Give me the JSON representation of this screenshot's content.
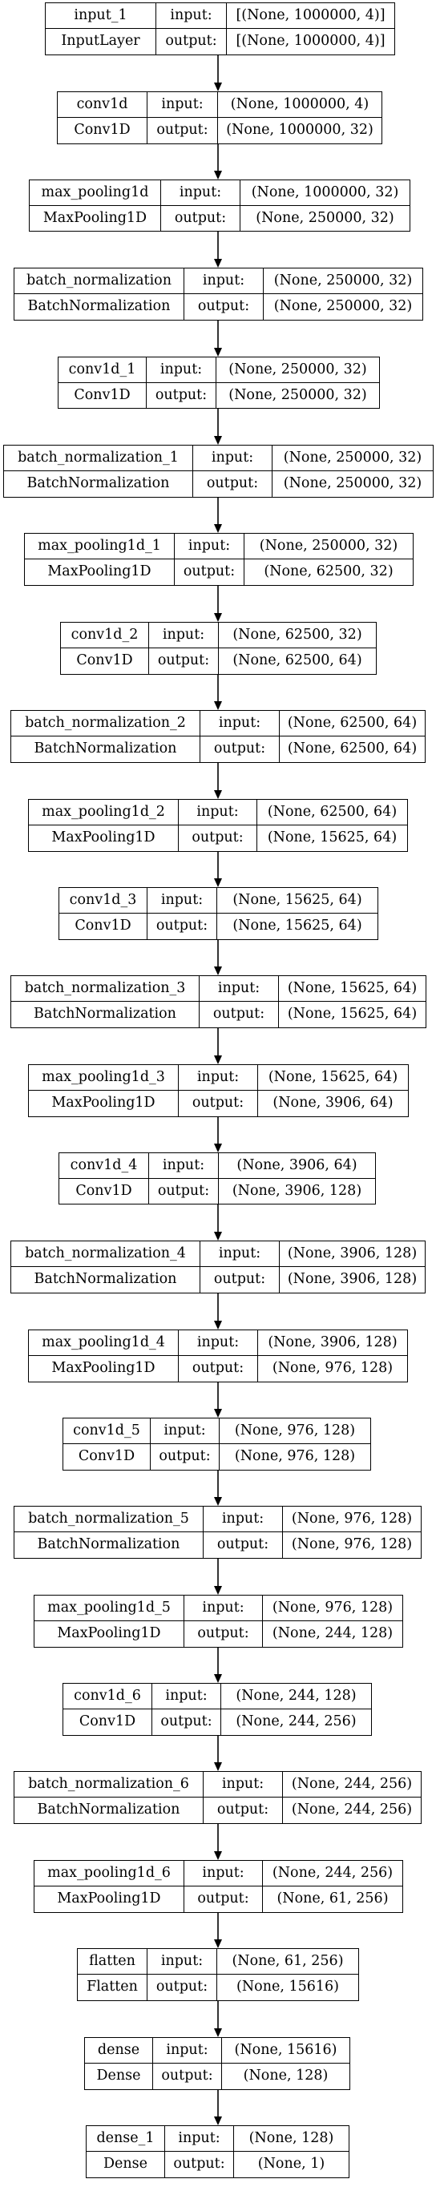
{
  "diagram": {
    "nodes": [
      {
        "name": "input_1",
        "type": "InputLayer",
        "input_label": "input:",
        "output_label": "output:",
        "input_shape": "[(None, 1000000, 4)]",
        "output_shape": "[(None, 1000000, 4)]"
      },
      {
        "name": "conv1d",
        "type": "Conv1D",
        "input_label": "input:",
        "output_label": "output:",
        "input_shape": "(None, 1000000, 4)",
        "output_shape": "(None, 1000000, 32)"
      },
      {
        "name": "max_pooling1d",
        "type": "MaxPooling1D",
        "input_label": "input:",
        "output_label": "output:",
        "input_shape": "(None, 1000000, 32)",
        "output_shape": "(None, 250000, 32)"
      },
      {
        "name": "batch_normalization",
        "type": "BatchNormalization",
        "input_label": "input:",
        "output_label": "output:",
        "input_shape": "(None, 250000, 32)",
        "output_shape": "(None, 250000, 32)"
      },
      {
        "name": "conv1d_1",
        "type": "Conv1D",
        "input_label": "input:",
        "output_label": "output:",
        "input_shape": "(None, 250000, 32)",
        "output_shape": "(None, 250000, 32)"
      },
      {
        "name": "batch_normalization_1",
        "type": "BatchNormalization",
        "input_label": "input:",
        "output_label": "output:",
        "input_shape": "(None, 250000, 32)",
        "output_shape": "(None, 250000, 32)"
      },
      {
        "name": "max_pooling1d_1",
        "type": "MaxPooling1D",
        "input_label": "input:",
        "output_label": "output:",
        "input_shape": "(None, 250000, 32)",
        "output_shape": "(None, 62500, 32)"
      },
      {
        "name": "conv1d_2",
        "type": "Conv1D",
        "input_label": "input:",
        "output_label": "output:",
        "input_shape": "(None, 62500, 32)",
        "output_shape": "(None, 62500, 64)"
      },
      {
        "name": "batch_normalization_2",
        "type": "BatchNormalization",
        "input_label": "input:",
        "output_label": "output:",
        "input_shape": "(None, 62500, 64)",
        "output_shape": "(None, 62500, 64)"
      },
      {
        "name": "max_pooling1d_2",
        "type": "MaxPooling1D",
        "input_label": "input:",
        "output_label": "output:",
        "input_shape": "(None, 62500, 64)",
        "output_shape": "(None, 15625, 64)"
      },
      {
        "name": "conv1d_3",
        "type": "Conv1D",
        "input_label": "input:",
        "output_label": "output:",
        "input_shape": "(None, 15625, 64)",
        "output_shape": "(None, 15625, 64)"
      },
      {
        "name": "batch_normalization_3",
        "type": "BatchNormalization",
        "input_label": "input:",
        "output_label": "output:",
        "input_shape": "(None, 15625, 64)",
        "output_shape": "(None, 15625, 64)"
      },
      {
        "name": "max_pooling1d_3",
        "type": "MaxPooling1D",
        "input_label": "input:",
        "output_label": "output:",
        "input_shape": "(None, 15625, 64)",
        "output_shape": "(None, 3906, 64)"
      },
      {
        "name": "conv1d_4",
        "type": "Conv1D",
        "input_label": "input:",
        "output_label": "output:",
        "input_shape": "(None, 3906, 64)",
        "output_shape": "(None, 3906, 128)"
      },
      {
        "name": "batch_normalization_4",
        "type": "BatchNormalization",
        "input_label": "input:",
        "output_label": "output:",
        "input_shape": "(None, 3906, 128)",
        "output_shape": "(None, 3906, 128)"
      },
      {
        "name": "max_pooling1d_4",
        "type": "MaxPooling1D",
        "input_label": "input:",
        "output_label": "output:",
        "input_shape": "(None, 3906, 128)",
        "output_shape": "(None, 976, 128)"
      },
      {
        "name": "conv1d_5",
        "type": "Conv1D",
        "input_label": "input:",
        "output_label": "output:",
        "input_shape": "(None, 976, 128)",
        "output_shape": "(None, 976, 128)"
      },
      {
        "name": "batch_normalization_5",
        "type": "BatchNormalization",
        "input_label": "input:",
        "output_label": "output:",
        "input_shape": "(None, 976, 128)",
        "output_shape": "(None, 976, 128)"
      },
      {
        "name": "max_pooling1d_5",
        "type": "MaxPooling1D",
        "input_label": "input:",
        "output_label": "output:",
        "input_shape": "(None, 976, 128)",
        "output_shape": "(None, 244, 128)"
      },
      {
        "name": "conv1d_6",
        "type": "Conv1D",
        "input_label": "input:",
        "output_label": "output:",
        "input_shape": "(None, 244, 128)",
        "output_shape": "(None, 244, 256)"
      },
      {
        "name": "batch_normalization_6",
        "type": "BatchNormalization",
        "input_label": "input:",
        "output_label": "output:",
        "input_shape": "(None, 244, 256)",
        "output_shape": "(None, 244, 256)"
      },
      {
        "name": "max_pooling1d_6",
        "type": "MaxPooling1D",
        "input_label": "input:",
        "output_label": "output:",
        "input_shape": "(None, 244, 256)",
        "output_shape": "(None, 61, 256)"
      },
      {
        "name": "flatten",
        "type": "Flatten",
        "input_label": "input:",
        "output_label": "output:",
        "input_shape": "(None, 61, 256)",
        "output_shape": "(None, 15616)"
      },
      {
        "name": "dense",
        "type": "Dense",
        "input_label": "input:",
        "output_label": "output:",
        "input_shape": "(None, 15616)",
        "output_shape": "(None, 128)"
      },
      {
        "name": "dense_1",
        "type": "Dense",
        "input_label": "input:",
        "output_label": "output:",
        "input_shape": "(None, 128)",
        "output_shape": "(None, 1)"
      }
    ],
    "edges": [
      [
        0,
        1
      ],
      [
        1,
        2
      ],
      [
        2,
        3
      ],
      [
        3,
        4
      ],
      [
        4,
        5
      ],
      [
        5,
        6
      ],
      [
        6,
        7
      ],
      [
        7,
        8
      ],
      [
        8,
        9
      ],
      [
        9,
        10
      ],
      [
        10,
        11
      ],
      [
        11,
        12
      ],
      [
        12,
        13
      ],
      [
        13,
        14
      ],
      [
        14,
        15
      ],
      [
        15,
        16
      ],
      [
        16,
        17
      ],
      [
        17,
        18
      ],
      [
        18,
        19
      ],
      [
        19,
        20
      ],
      [
        20,
        21
      ],
      [
        21,
        22
      ],
      [
        22,
        23
      ],
      [
        23,
        24
      ]
    ]
  }
}
